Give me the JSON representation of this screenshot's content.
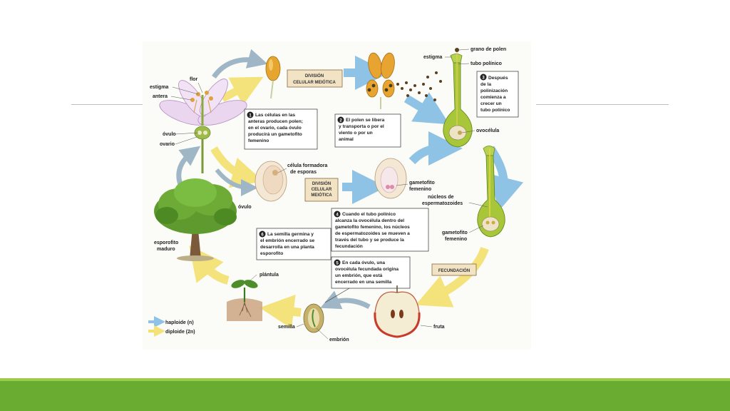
{
  "slide": {
    "accent_color": "#6aac32",
    "accent_light": "#9ccc4a"
  },
  "diagram": {
    "labels": {
      "flor": "flor",
      "estigma_flower": "estigma",
      "antera": "antera",
      "ovulo_flower": "óvulo",
      "ovario": "ovario",
      "celula_formadora": [
        "célula formadora",
        "de esporas"
      ],
      "ovulo_mid": "óvulo",
      "gametofito_mid": [
        "gametofito",
        "femenino"
      ],
      "estigma_right": "estigma",
      "grano_polen": "grano de polen",
      "tubo_polinico": "tubo polínico",
      "ovocelula": "ovocélula",
      "nucleos": [
        "núcleos de",
        "espermatozoides"
      ],
      "gametofito_right": [
        "gametofito",
        "femenino"
      ],
      "esporofito": [
        "esporofito",
        "maduro"
      ],
      "plantula": "plántula",
      "semilla": "semilla",
      "embrion": "embrión",
      "fruta": "fruta"
    },
    "tags": {
      "division1": [
        "DIVISIÓN",
        "CELULAR MEIÓTICA"
      ],
      "division2": [
        "DIVISIÓN",
        "CELULAR",
        "MEIÓTICA"
      ],
      "fecundacion": "FECUNDACIÓN"
    },
    "steps": [
      {
        "num": "1",
        "lines": [
          "Las células en las",
          "anteras producen polen;",
          "en el ovario, cada óvulo",
          "producirá un gametofito",
          "femenino"
        ]
      },
      {
        "num": "2",
        "lines": [
          "El polen se libera",
          "y transporta o por el",
          "viento o por un",
          "animal"
        ]
      },
      {
        "num": "3",
        "lines": [
          "Después",
          "de la",
          "polinización",
          "comienza a",
          "crecer un",
          "tubo polínico"
        ]
      },
      {
        "num": "4",
        "lines": [
          "Cuando el tubo polínico",
          "alcanza la ovocélula dentro del",
          "gametofito femenino, los núcleos",
          "de espermatozoides se mueven a",
          "través del tubo y se produce la",
          "fecundación"
        ]
      },
      {
        "num": "5",
        "lines": [
          "En cada óvulo, una",
          "ovocélula fecundada origina",
          "un embrión, que está",
          "encerrado en una semilla"
        ]
      },
      {
        "num": "6",
        "lines": [
          "La semilla germina y",
          "el embrión encerrado se",
          "desarrolla en una planta",
          "esporofito"
        ]
      }
    ],
    "legend": [
      {
        "label": "haploide (n)",
        "color": "#8fc3e6"
      },
      {
        "label": "diploide (2n)",
        "color": "#f2e06a"
      }
    ]
  }
}
